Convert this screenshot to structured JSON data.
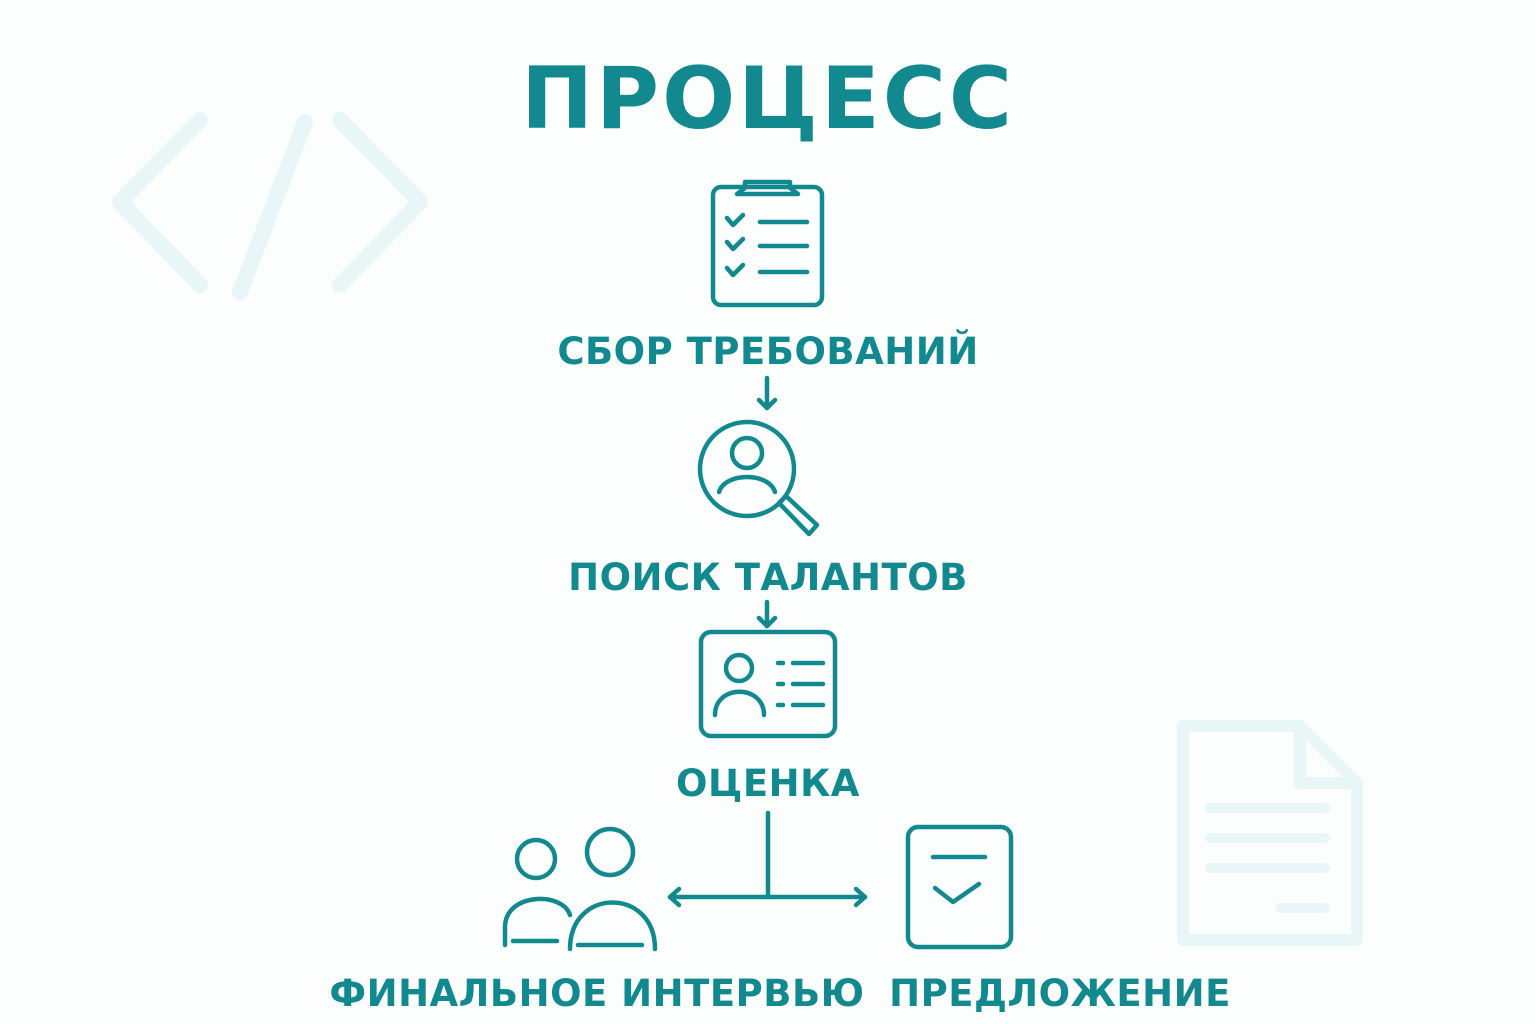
{
  "diagram": {
    "title": "ПРОЦЕСС",
    "steps": [
      {
        "label": "СБОР ТРЕБОВАНИЙ",
        "icon": "clipboard-checklist-icon"
      },
      {
        "label": "ПОИСК ТАЛАНТОВ",
        "icon": "person-search-icon"
      },
      {
        "label": "ОЦЕНКА",
        "icon": "id-card-icon"
      }
    ],
    "branches": [
      {
        "label": "ФИНАЛЬНОЕ ИНТЕРВЬЮ",
        "icon": "two-people-icon"
      },
      {
        "label": "ПРЕДЛОЖЕНИЕ",
        "icon": "document-check-icon"
      }
    ],
    "decorations": [
      "code-brackets-icon",
      "document-icon"
    ],
    "colors": {
      "accent": "#11898f",
      "decoration": "#e8f6f7",
      "background": "#fcfefe"
    }
  }
}
